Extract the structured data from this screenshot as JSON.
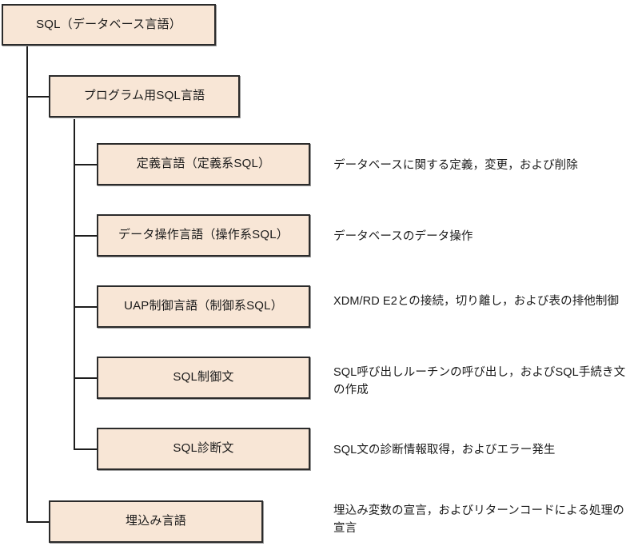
{
  "diagram": {
    "type": "tree",
    "title_node": {
      "id": "root",
      "label": "SQL（データベース言語）",
      "level": 1
    },
    "colors": {
      "box_fill": "#F8E6D6",
      "box_border": "#2B2B2B",
      "line": "#1D1D1D",
      "text": "#1A1A1A",
      "background": "#FFFFFF"
    },
    "nodes": [
      {
        "id": "root",
        "label": "SQL（データベース言語）",
        "level": 1,
        "description": ""
      },
      {
        "id": "program-sql",
        "label": "プログラム用SQL言語",
        "level": 2,
        "description": ""
      },
      {
        "id": "definition-language",
        "label": "定義言語（定義系SQL）",
        "level": 3,
        "description": "データベースに関する定義，変更，および削除"
      },
      {
        "id": "data-manipulation-language",
        "label": "データ操作言語（操作系SQL）",
        "level": 3,
        "description": "データベースのデータ操作"
      },
      {
        "id": "uap-control-language",
        "label": "UAP制御言語（制御系SQL）",
        "level": 3,
        "description": "XDM/RD E2との接続，切り離し，および表の排他制御"
      },
      {
        "id": "sql-control-statement",
        "label": "SQL制御文",
        "level": 3,
        "description": "SQL呼び出しルーチンの呼び出し，およびSQL手続き文の作成"
      },
      {
        "id": "sql-diagnostic-statement",
        "label": "SQL診断文",
        "level": 3,
        "description": "SQL文の診断情報取得，およびエラー発生"
      },
      {
        "id": "embedded-language",
        "label": "埋込み言語",
        "level": 2,
        "description": "埋込み変数の宣言，およびリターンコードによる処理の宣言"
      }
    ]
  }
}
